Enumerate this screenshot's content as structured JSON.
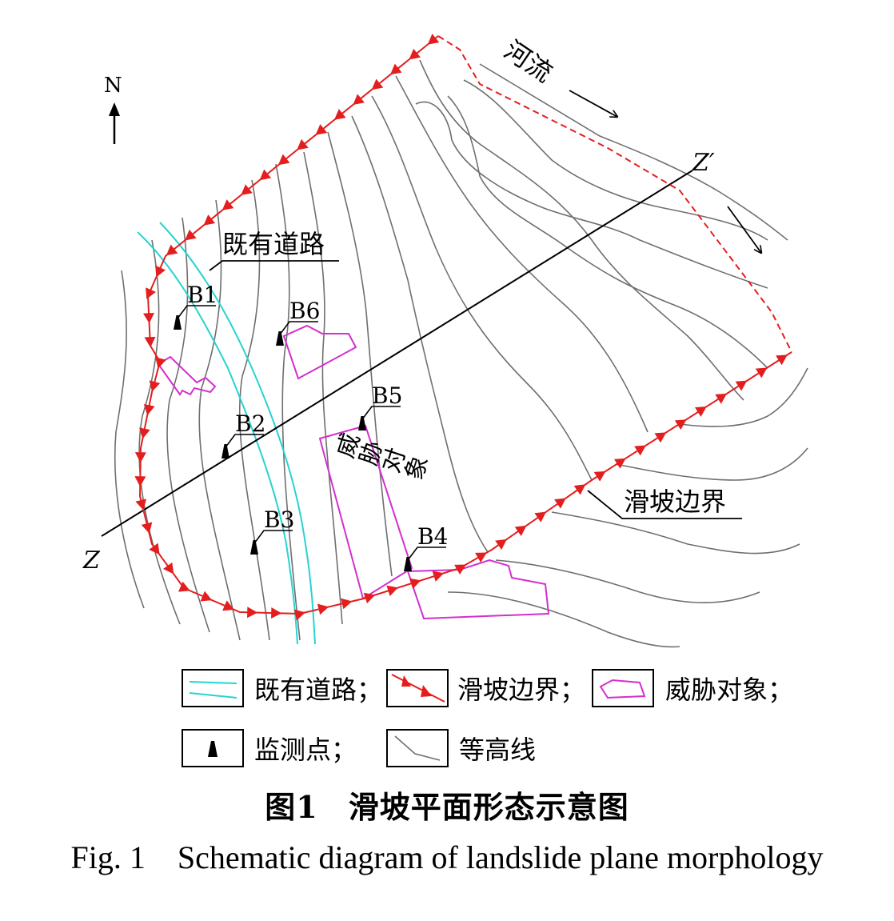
{
  "north_label": "N",
  "river_label": "河流",
  "section_start_label": "Z",
  "section_end_label": "Z′",
  "road_label": "既有道路",
  "boundary_label": "滑坡边界",
  "threat_label": "威胁对象",
  "monitoring_points": [
    "B1",
    "B2",
    "B3",
    "B4",
    "B5",
    "B6"
  ],
  "legend": {
    "road": "既有道路；",
    "boundary": "滑坡边界；",
    "threat": "威胁对象；",
    "monitor": "监测点；",
    "contour": "等高线"
  },
  "caption": {
    "cn_number": "图1",
    "cn_title": "滑坡平面形态示意图",
    "en_number": "Fig. 1",
    "en_title": "Schematic diagram of landslide plane morphology"
  },
  "colors": {
    "boundary": "#e41e1e",
    "road": "#27d3d3",
    "threat": "#d42fcf",
    "contour": "#6f6f6f",
    "ink": "#000000"
  }
}
